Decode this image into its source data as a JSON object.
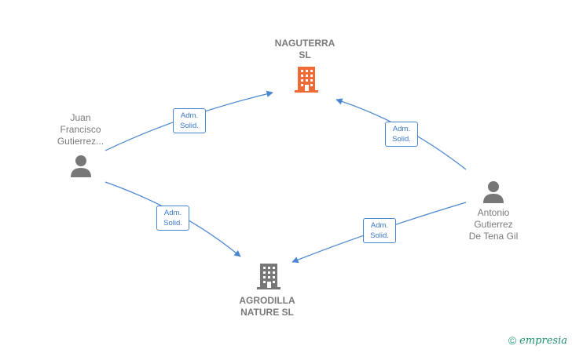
{
  "nodes": {
    "naguterra": {
      "label": "NAGUTERRA\nSL",
      "color": "#f06a35"
    },
    "agrodilla": {
      "label": "AGRODILLA\nNATURE  SL",
      "color": "#777777"
    },
    "juan": {
      "label": "Juan\nFrancisco\nGutierrez..."
    },
    "antonio": {
      "label": "Antonio\nGutierrez\nDe Tena Gil"
    }
  },
  "edges": [
    {
      "id": "juan-naguterra",
      "line1": "Adm.",
      "line2": "Solid."
    },
    {
      "id": "juan-agrodilla",
      "line1": "Adm.",
      "line2": "Solid."
    },
    {
      "id": "antonio-naguterra",
      "line1": "Adm.",
      "line2": "Solid."
    },
    {
      "id": "antonio-agrodilla",
      "line1": "Adm.",
      "line2": "Solid."
    }
  ],
  "colors": {
    "edge": "#4a86d0",
    "person": "#777777"
  },
  "brand": {
    "copyright": "©",
    "name": "empresia"
  }
}
